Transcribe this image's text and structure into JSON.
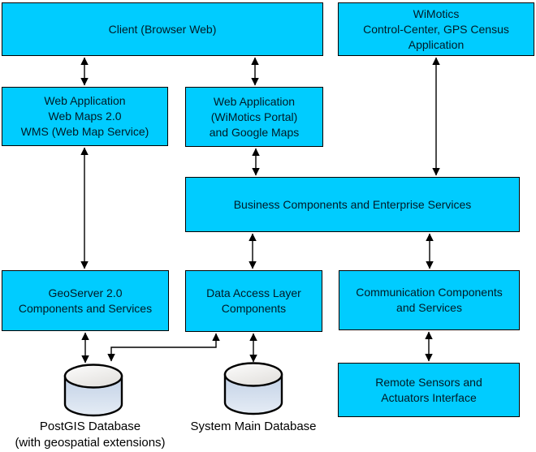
{
  "diagram": {
    "colors": {
      "node_fill": "#00CCFF",
      "node_border": "#000000",
      "text": "#000000",
      "arrow": "#000000",
      "cylinder_body": "#C9D7EA",
      "cylinder_top": "#F2F1EF"
    },
    "nodes": {
      "client": {
        "lines": [
          "Client (Browser Web)"
        ]
      },
      "wimotics": {
        "lines": [
          "WiMotics",
          "Control-Center, GPS Census",
          "Application"
        ]
      },
      "webapp_wms": {
        "lines": [
          "Web Application",
          "Web Maps 2.0",
          "WMS (Web Map Service)"
        ]
      },
      "webapp_portal": {
        "lines": [
          "Web Application",
          "(WiMotics Portal)",
          "and Google Maps"
        ]
      },
      "business": {
        "lines": [
          "Business Components and Enterprise Services"
        ]
      },
      "geoserver": {
        "lines": [
          "GeoServer 2.0",
          "Components and Services"
        ]
      },
      "data_access": {
        "lines": [
          "Data Access Layer",
          "Components"
        ]
      },
      "communication": {
        "lines": [
          "Communication Components",
          "and Services"
        ]
      },
      "remote": {
        "lines": [
          "Remote Sensors and",
          "Actuators Interface"
        ]
      }
    },
    "databases": {
      "postgis": {
        "label_lines": [
          "PostGIS Database",
          "(with geospatial extensions)"
        ]
      },
      "system_main": {
        "label_lines": [
          "System Main Database"
        ]
      }
    },
    "edges": [
      {
        "from": "client",
        "to": "webapp_wms",
        "type": "bidirectional"
      },
      {
        "from": "client",
        "to": "webapp_portal",
        "type": "bidirectional"
      },
      {
        "from": "wimotics",
        "to": "business",
        "type": "bidirectional"
      },
      {
        "from": "webapp_wms",
        "to": "geoserver",
        "type": "bidirectional"
      },
      {
        "from": "webapp_portal",
        "to": "business",
        "type": "bidirectional"
      },
      {
        "from": "business",
        "to": "data_access",
        "type": "bidirectional"
      },
      {
        "from": "business",
        "to": "communication",
        "type": "bidirectional"
      },
      {
        "from": "geoserver",
        "to": "postgis",
        "type": "bidirectional"
      },
      {
        "from": "data_access",
        "to": "system_main",
        "type": "bidirectional"
      },
      {
        "from": "data_access",
        "to": "postgis",
        "type": "bidirectional-elbow"
      },
      {
        "from": "communication",
        "to": "remote",
        "type": "bidirectional"
      }
    ]
  }
}
